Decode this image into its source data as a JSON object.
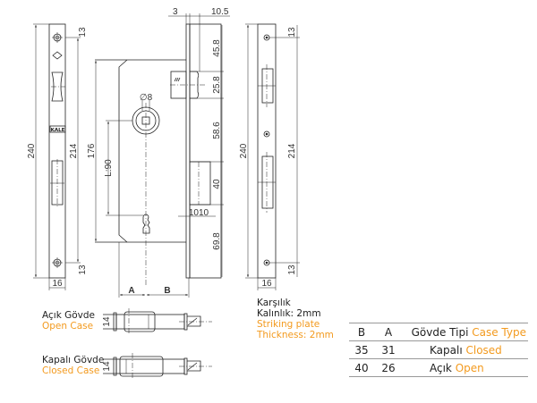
{
  "dimensions": {
    "d3": "3",
    "d10_5": "10.5",
    "d45_8": "45.8",
    "d25_8": "25.8",
    "d58_6": "58.6",
    "d40": "40",
    "d69_8": "69.8",
    "d1010": "1010",
    "d176": "176",
    "l90": "L:90",
    "phi8": "∅8",
    "d240": "240",
    "d214": "214",
    "d13": "13",
    "d16": "16",
    "a": "A",
    "b": "B",
    "d14": "14"
  },
  "logo_text": "KALE",
  "labels": {
    "open_case_tr": "Açık Gövde",
    "open_case_en": "Open Case",
    "closed_case_tr": "Kapalı Gövde",
    "closed_case_en": "Closed Case",
    "striker_tr1": "Karşılık",
    "striker_tr2": "Kalınlık: 2mm",
    "striker_en1": "Striking plate",
    "striker_en2": "Thickness: 2mm"
  },
  "table": {
    "headers": {
      "b": "B",
      "a": "A",
      "type_tr": "Gövde Tipi",
      "type_en": "Case Type"
    },
    "rows": [
      {
        "b": "35",
        "a": "31",
        "type_tr": "Kapalı",
        "type_en": "Closed"
      },
      {
        "b": "40",
        "a": "26",
        "type_tr": "Açık",
        "type_en": "Open"
      }
    ]
  },
  "colors": {
    "accent": "#f39a1e"
  }
}
